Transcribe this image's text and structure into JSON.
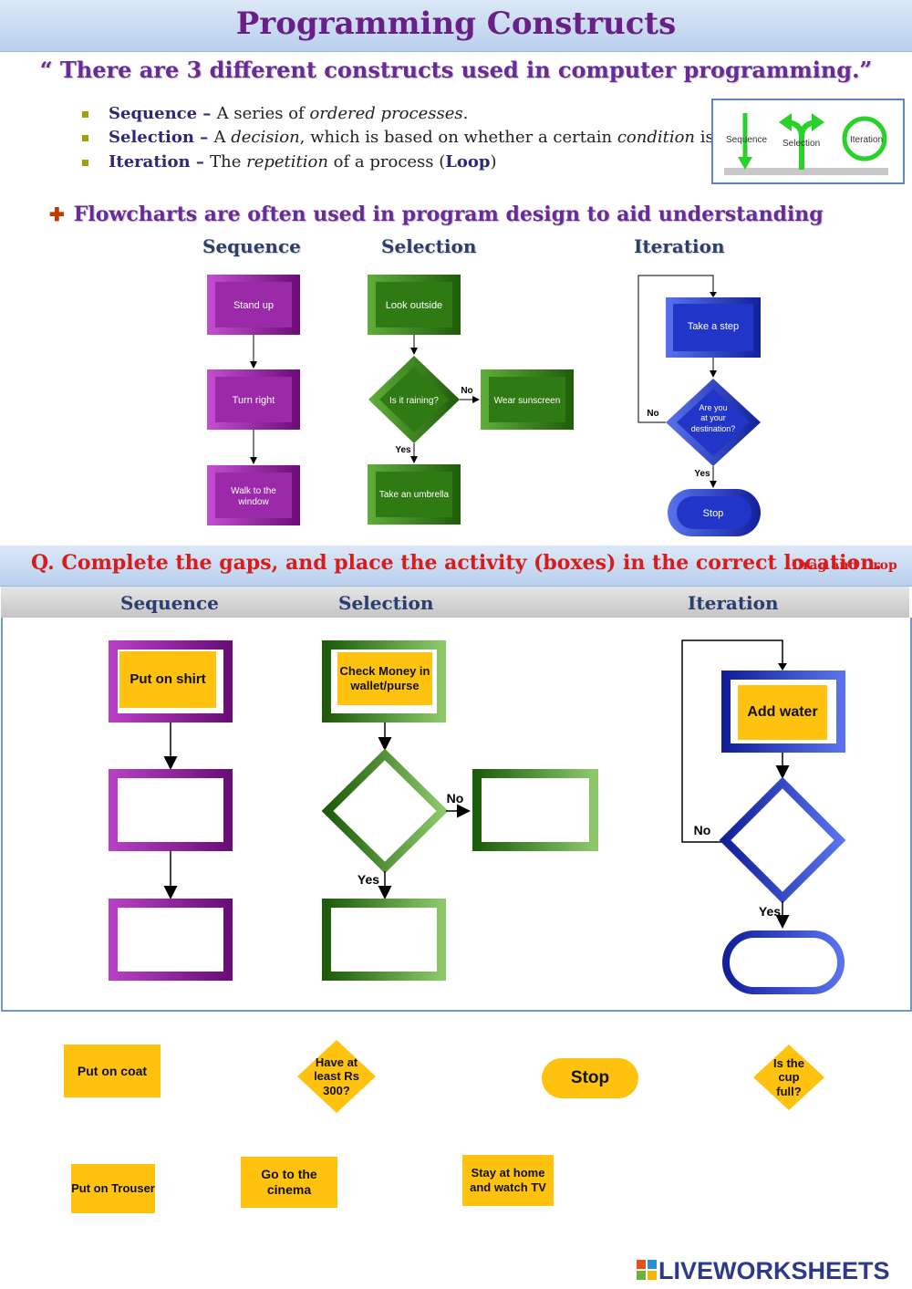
{
  "title": "Programming Constructs",
  "quote": "“ There are 3 different constructs used in computer programming.”",
  "bullets": [
    {
      "term": "Sequence",
      "dash": " – ",
      "parts": [
        "A series of ",
        "ordered processes",
        "."
      ]
    },
    {
      "term": "Selection",
      "dash": " – ",
      "parts": [
        "A ",
        "decision",
        ", which is based on whether a certain ",
        "condition",
        " is met."
      ]
    },
    {
      "term": "Iteration",
      "dash": " – ",
      "parts": [
        "The ",
        "repetition",
        " of a process (",
        "Loop",
        ")"
      ]
    }
  ],
  "construct_icon": {
    "sequence": "Sequence",
    "selection": "Selection",
    "iteration": "Iteration"
  },
  "flowcharts_heading": "Flowcharts are often used in program design to aid understanding",
  "example_headers": {
    "sequence": "Sequence",
    "selection": "Selection",
    "iteration": "Iteration"
  },
  "examples": {
    "sequence": [
      "Stand up",
      "Turn right",
      "Walk to the window"
    ],
    "selection": {
      "start": "Look outside",
      "decision": "Is it raining?",
      "no_label": "No",
      "no_box": "Wear sunscreen",
      "yes_label": "Yes",
      "yes_box": "Take an umbrella"
    },
    "iteration": {
      "box": "Take a step",
      "decision": [
        "Are you",
        "at your",
        "destination?"
      ],
      "no_label": "No",
      "yes_label": "Yes",
      "end": "Stop"
    }
  },
  "question": {
    "text": "Q.  Complete the gaps, and place the activity (boxes) in the correct location.",
    "mode": "Drag and Drop",
    "headers": {
      "sequence": "Sequence",
      "selection": "Selection",
      "iteration": "Iteration"
    },
    "placed": {
      "sequence": "Put on shirt",
      "selection": "Check Money in wallet/purse",
      "iteration": "Add water"
    },
    "labels": {
      "selection_no": "No",
      "selection_yes": "Yes",
      "iteration_no": "No",
      "iteration_yes": "Yes"
    }
  },
  "cards": {
    "put_on_coat": "Put on coat",
    "have_rs300": "Have at least Rs 300?",
    "stop": "Stop",
    "cup_full": "Is the cup full?",
    "put_on_trouser": "Put on Trouser",
    "go_cinema": "Go to the cinema",
    "stay_home": "Stay at home and watch TV"
  },
  "brand": "LIVEWORKSHEETS",
  "colors": {
    "purple": "#8e1c95",
    "green": "#2f7a12",
    "blue": "#1e33b8",
    "card": "#ffc20e",
    "red": "#d81c1c"
  }
}
